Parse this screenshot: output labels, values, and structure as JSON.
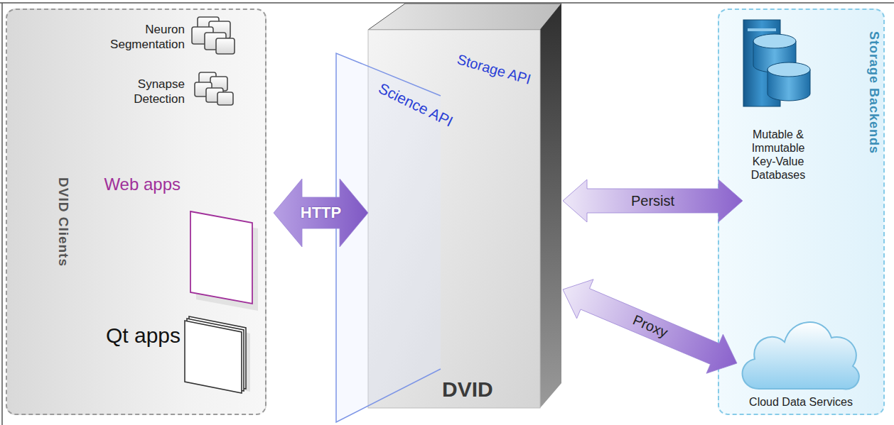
{
  "diagram": {
    "nodes": [
      {
        "text": [
          "DVID Clients"
        ]
      },
      {
        "text": [
          "Neuron Segmentation"
        ],
        "in": 0
      },
      {
        "text": [
          "Synapse Detection"
        ],
        "in": 0
      },
      {
        "text": [
          "Web apps"
        ],
        "in": 0
      },
      {
        "text": [
          "Qt apps"
        ],
        "in": 0
      },
      {
        "text": [
          "DVID"
        ]
      },
      {
        "text": [
          "Storage Backends"
        ]
      },
      {
        "text": [
          "Mutable & Immutable Key-Value Databases"
        ],
        "in": 6
      },
      {
        "text": [
          "Cloud Data Services"
        ],
        "in": 6
      }
    ],
    "edges": [
      {
        "from": 0,
        "to": 5,
        "arrow": "both",
        "label": "HTTP"
      },
      {
        "from": 5,
        "to": 7,
        "arrow": "both",
        "label": "Persist"
      },
      {
        "from": 5,
        "to": 8,
        "arrow": "both",
        "label": "Proxy"
      }
    ],
    "labels": [
      "Science API",
      "Storage API"
    ]
  }
}
